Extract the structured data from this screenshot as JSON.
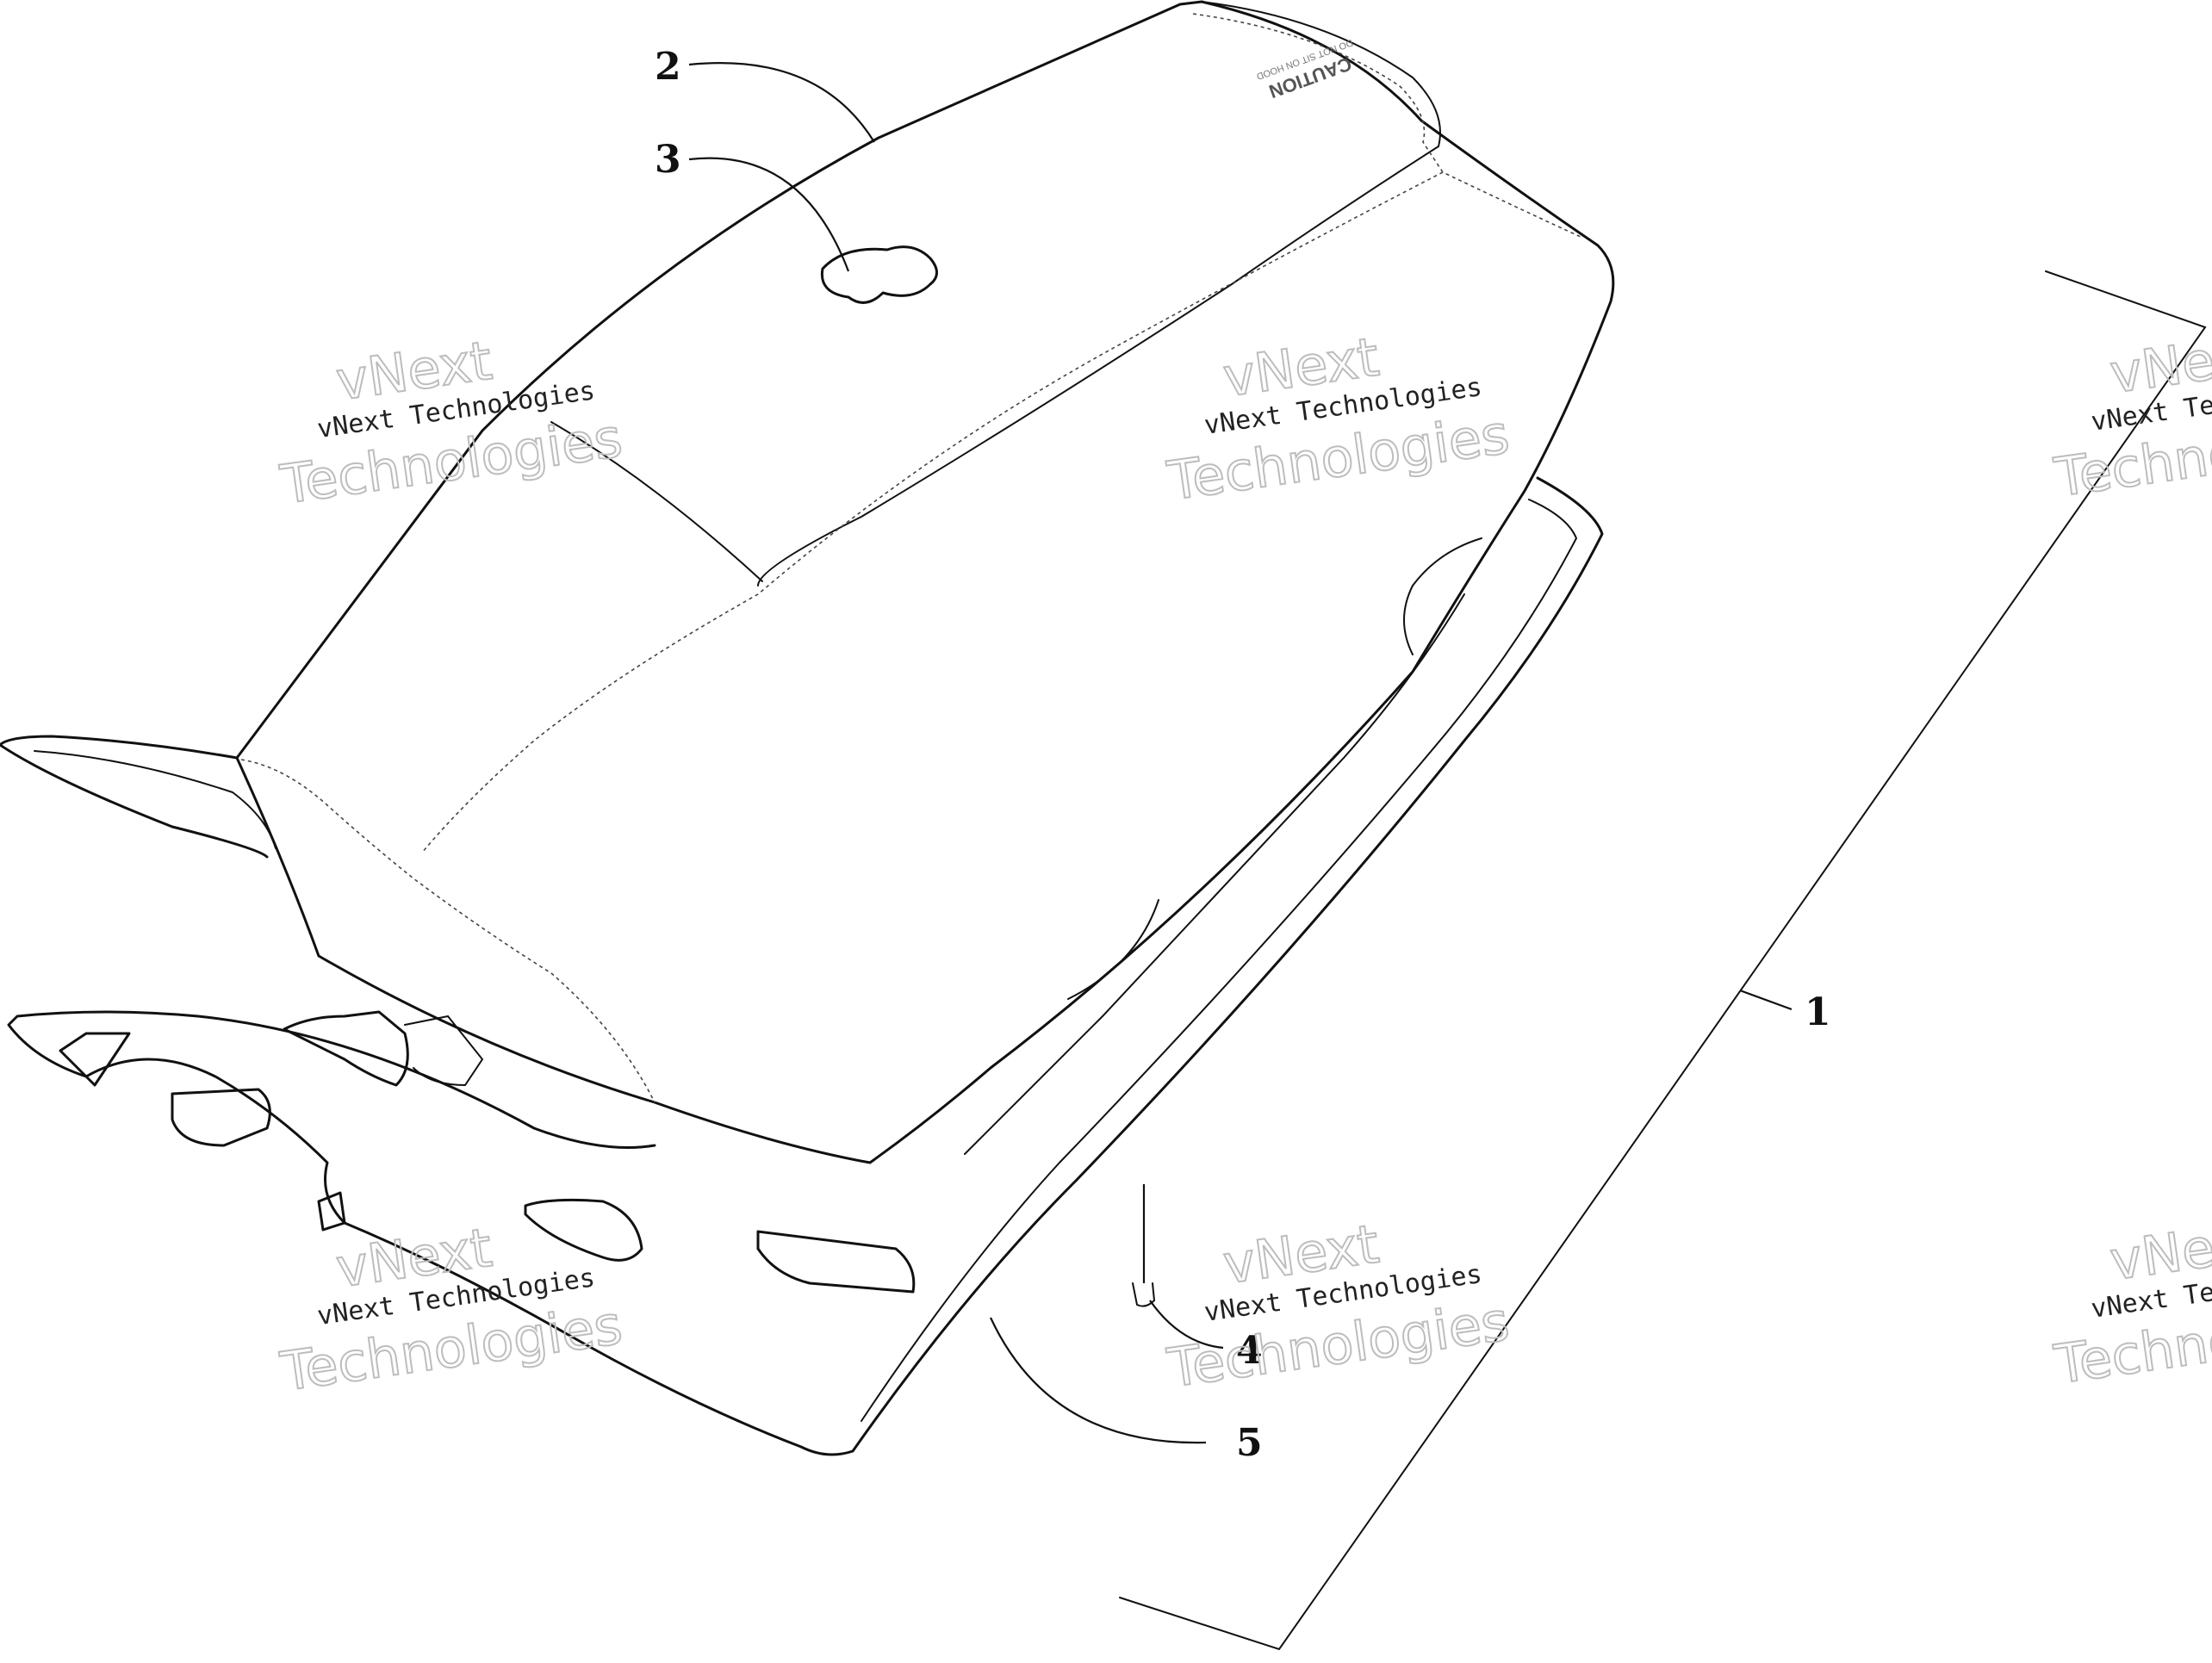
{
  "diagram": {
    "callouts": [
      "1",
      "2",
      "3",
      "4",
      "5"
    ],
    "decal": {
      "heading": "CAUTION",
      "subtext": "DO NOT SIT ON HOOD"
    },
    "watermark": {
      "line_small": "vNext Technologies",
      "line_big_1": "vNext",
      "line_big_2": "Technologies"
    }
  }
}
